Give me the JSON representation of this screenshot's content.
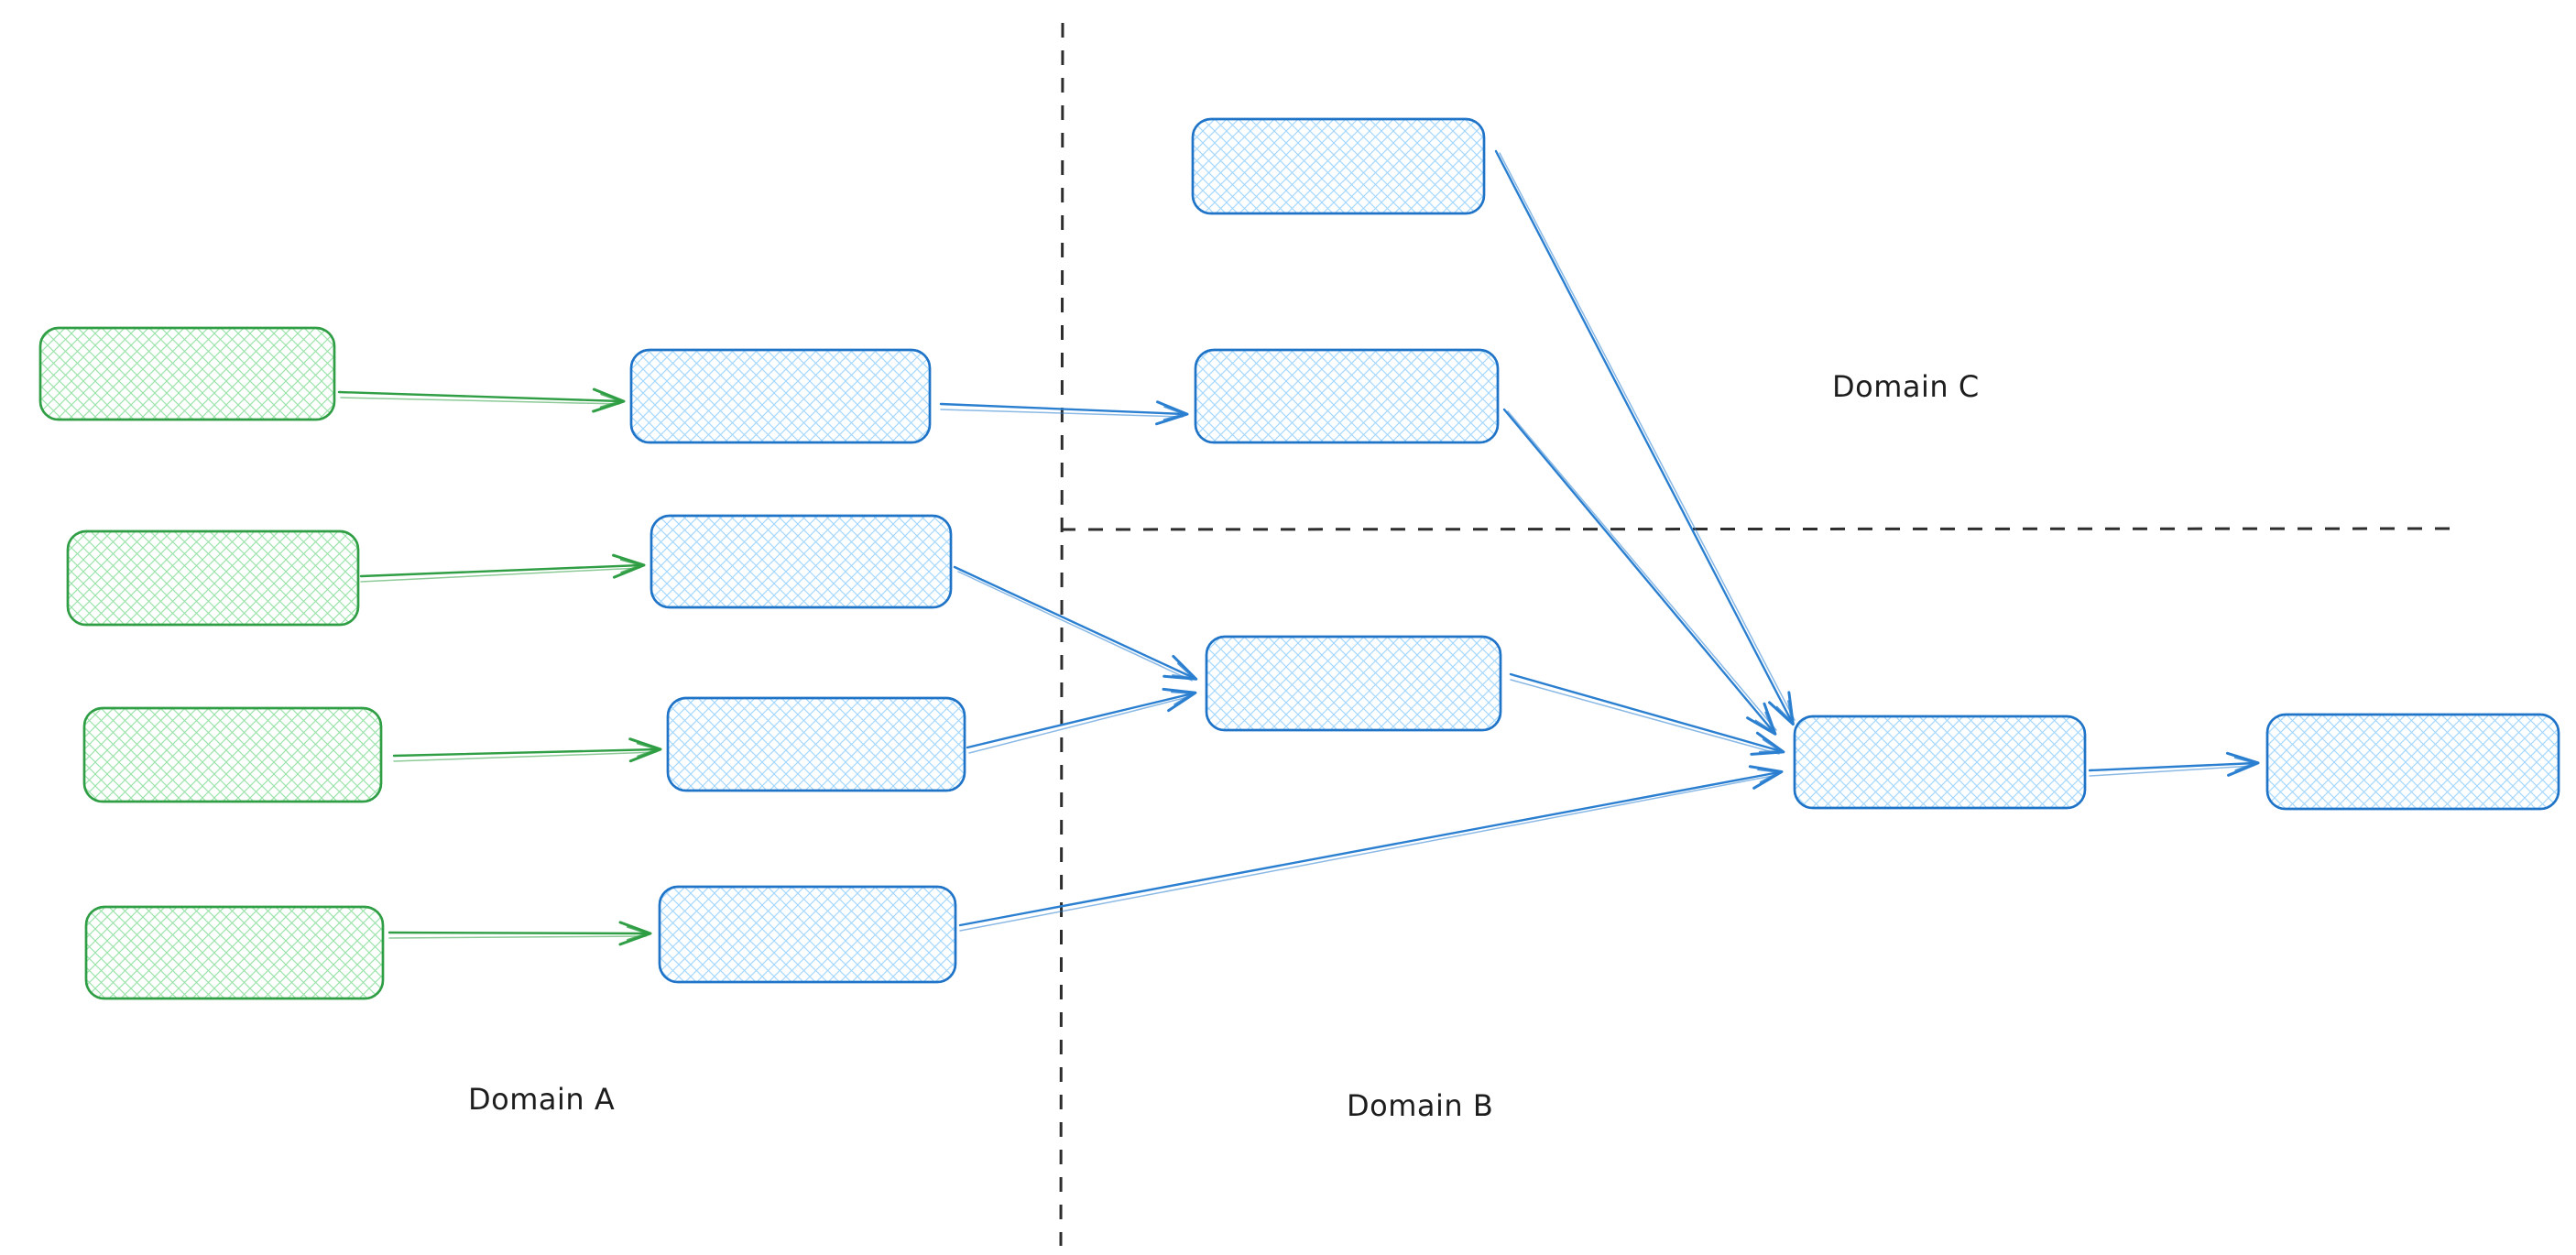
{
  "labels": {
    "domain_a": "Domain A",
    "domain_b": "Domain B",
    "domain_c": "Domain C"
  },
  "colors": {
    "green_stroke": "#2f9e44",
    "green_fill": "#9be3ab",
    "blue_stroke": "#1f74c8",
    "blue_fill": "#a5d8ff",
    "arrow_blue": "#2b7fd0",
    "divider": "#2d2d2d",
    "label": "#1d1d1d",
    "background": "#ffffff"
  },
  "diagram": {
    "style": "hand-drawn sketch, cross-hatch filled rounded rectangles, open V arrowheads, no text inside nodes",
    "regions": [
      {
        "id": "domain-a",
        "label": "Domain A",
        "position": "left of vertical dashed divider"
      },
      {
        "id": "domain-c",
        "label": "Domain C",
        "position": "upper right, above horizontal dashed divider"
      },
      {
        "id": "domain-b",
        "label": "Domain B",
        "position": "lower right, below horizontal dashed divider"
      }
    ],
    "dividers": [
      {
        "id": "vertical",
        "orientation": "vertical",
        "style": "dashed"
      },
      {
        "id": "horizontal",
        "orientation": "horizontal",
        "style": "dashed",
        "note": "spans only right of the vertical divider"
      }
    ],
    "nodes": [
      {
        "id": "green-1",
        "color": "green",
        "region": "domain-a"
      },
      {
        "id": "green-2",
        "color": "green",
        "region": "domain-a"
      },
      {
        "id": "green-3",
        "color": "green",
        "region": "domain-a"
      },
      {
        "id": "green-4",
        "color": "green",
        "region": "domain-a"
      },
      {
        "id": "blue-a1",
        "color": "blue",
        "region": "domain-a"
      },
      {
        "id": "blue-a2",
        "color": "blue",
        "region": "domain-a"
      },
      {
        "id": "blue-a3",
        "color": "blue",
        "region": "domain-a"
      },
      {
        "id": "blue-a4",
        "color": "blue",
        "region": "domain-a"
      },
      {
        "id": "blue-top",
        "color": "blue",
        "region": "domain-c"
      },
      {
        "id": "blue-b1",
        "color": "blue",
        "region": "domain-c"
      },
      {
        "id": "blue-b2",
        "color": "blue",
        "region": "domain-b"
      },
      {
        "id": "blue-hub",
        "color": "blue",
        "region": "domain-b"
      },
      {
        "id": "blue-final",
        "color": "blue",
        "region": "domain-b"
      }
    ],
    "edges": [
      {
        "from": "green-1",
        "to": "blue-a1",
        "color": "green"
      },
      {
        "from": "green-2",
        "to": "blue-a2",
        "color": "green"
      },
      {
        "from": "green-3",
        "to": "blue-a3",
        "color": "green"
      },
      {
        "from": "green-4",
        "to": "blue-a4",
        "color": "green"
      },
      {
        "from": "blue-a1",
        "to": "blue-b1",
        "color": "blue"
      },
      {
        "from": "blue-a2",
        "to": "blue-b2",
        "color": "blue"
      },
      {
        "from": "blue-a3",
        "to": "blue-b2",
        "color": "blue"
      },
      {
        "from": "blue-top",
        "to": "blue-hub",
        "color": "blue"
      },
      {
        "from": "blue-b1",
        "to": "blue-hub",
        "color": "blue"
      },
      {
        "from": "blue-b2",
        "to": "blue-hub",
        "color": "blue"
      },
      {
        "from": "blue-a4",
        "to": "blue-hub",
        "color": "blue"
      },
      {
        "from": "blue-hub",
        "to": "blue-final",
        "color": "blue"
      }
    ]
  }
}
